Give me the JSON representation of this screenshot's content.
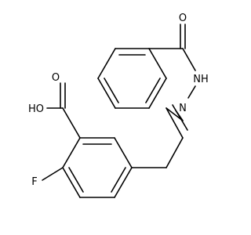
{
  "atoms": {
    "carbonyl_o": "O",
    "nh": "NH",
    "n": "N",
    "hydroxyl": "HO",
    "acid_o": "O",
    "fluorine": "F"
  },
  "colors": {
    "bond": "#000000",
    "label": "#000000",
    "background": "#ffffff"
  }
}
